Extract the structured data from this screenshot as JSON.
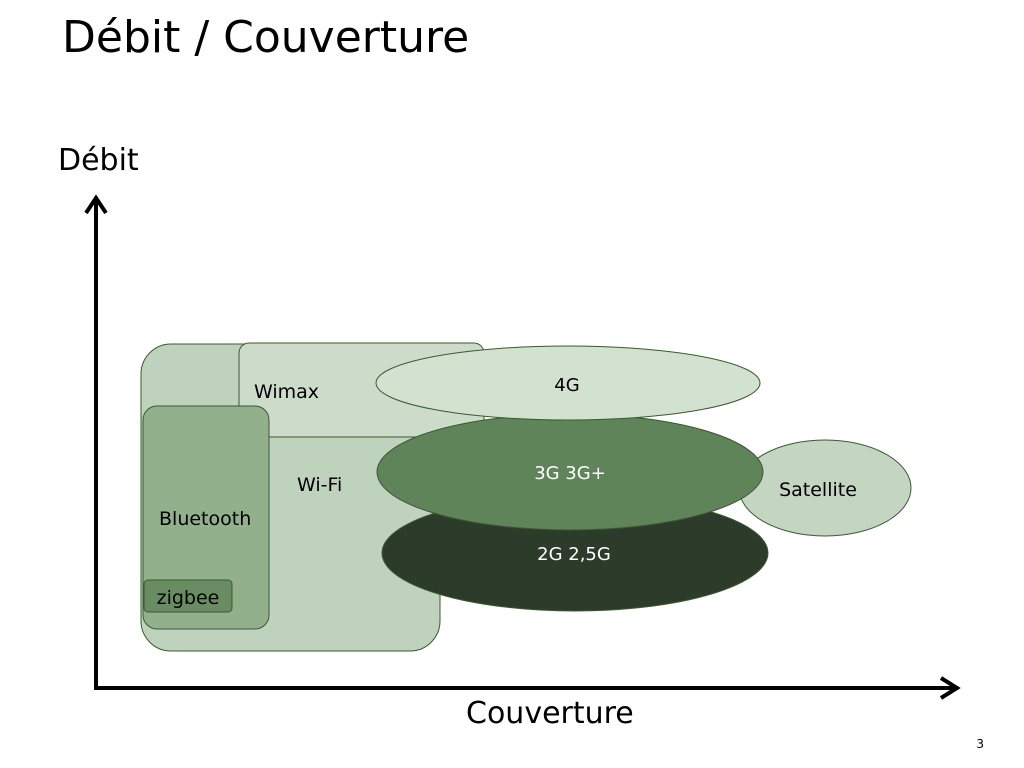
{
  "slide": {
    "title": "Débit / Couverture",
    "y_axis_label": "Débit",
    "x_axis_label": "Couverture",
    "page_number": "3"
  },
  "colors": {
    "outline": "#3a5a2e",
    "wifi_fill": "#bfd2bd",
    "wimax_fill": "#cddbca",
    "bluetooth_fill": "#93b08d",
    "zigbee_fill": "#6a8c62",
    "g4_fill": "#d3e1d1",
    "g3_fill": "#5f845a",
    "g2_fill": "#2d3c2a",
    "satellite_fill": "#c4d6c1",
    "text_dark": "#000000",
    "text_light": "#ffffff"
  },
  "technologies": {
    "wifi": "Wi-Fi",
    "wimax": "Wimax",
    "bluetooth": "Bluetooth",
    "zigbee": "zigbee",
    "g4": "4G",
    "g3": "3G 3G+",
    "g2": "2G 2,5G",
    "satellite": "Satellite"
  }
}
